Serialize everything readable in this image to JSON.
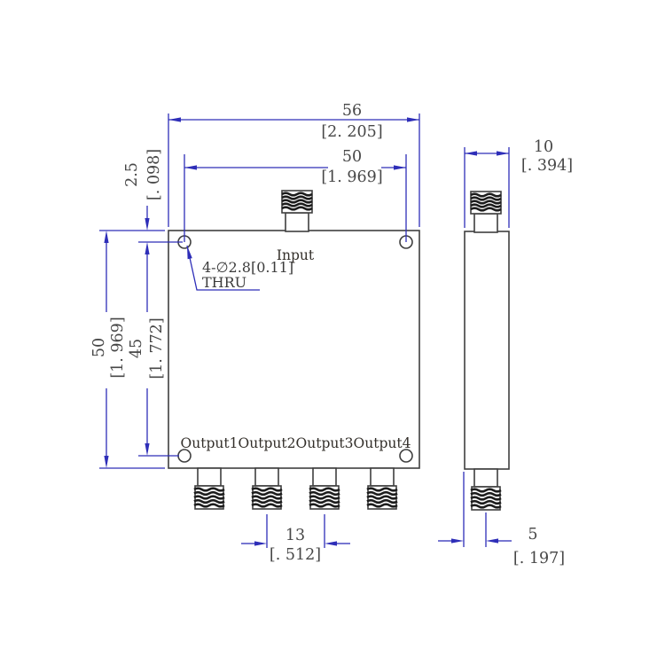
{
  "front_view": {
    "input_label": "Input",
    "output_labels": [
      "Output1",
      "Output2",
      "Output3",
      "Output4"
    ],
    "hole_note_line1": "4-∅2.8[0.11]",
    "hole_note_line2": "THRU",
    "dims": {
      "overall_width": {
        "mm": "56",
        "in": "[2. 205]"
      },
      "hole_spacing_h": {
        "mm": "50",
        "in": "[1. 969]"
      },
      "hole_edge_offset_top": {
        "mm": "2.5",
        "in": "[. 098]"
      },
      "overall_height": {
        "mm": "50",
        "in": "[1. 969]"
      },
      "hole_spacing_v": {
        "mm": "45",
        "in": "[1. 772]"
      },
      "output_pitch": {
        "mm": "13",
        "in": "[. 512]"
      }
    }
  },
  "side_view": {
    "dims": {
      "depth": {
        "mm": "10",
        "in": "[. 394]"
      },
      "connector_offset": {
        "mm": "5",
        "in": "[. 197]"
      }
    }
  },
  "colors": {
    "background": "#ffffff",
    "geometry_line": "#3f3f3f",
    "dimension_blue": "#2e2eb8",
    "dim_text": "#474747"
  }
}
